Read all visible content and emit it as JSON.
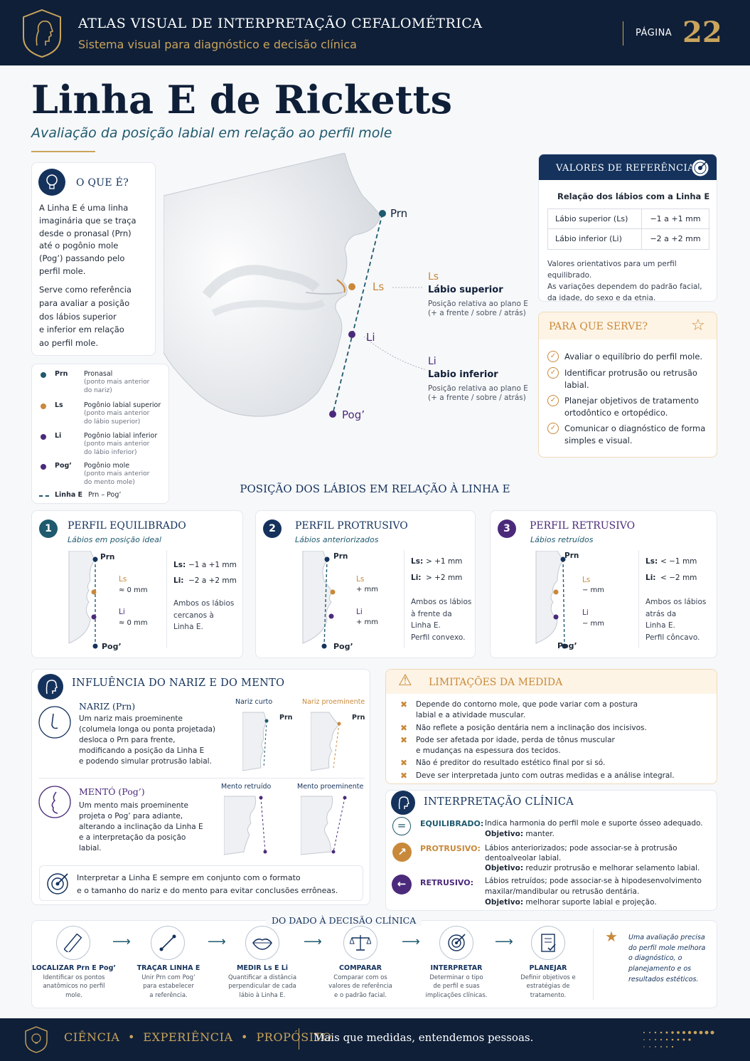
{
  "header": {
    "title": "ATLAS VISUAL DE INTERPRETAÇÃO CEFALOMÉTRICA",
    "subtitle": "Sistema visual para diagnóstico e decisão clínica",
    "page_label": "PÁGINA",
    "page_number": "22"
  },
  "main": {
    "title": "Linha E de Ricketts",
    "subtitle": "Avaliação da posição labial em relação ao perfil mole"
  },
  "what": {
    "heading": "O QUE É?",
    "p1": [
      "A Linha E é uma linha",
      "imaginária que se traça",
      "desde o pronasal (Prn)",
      "até o pogônio mole",
      "(Pog’) passando pelo",
      "perfil mole."
    ],
    "p2": [
      "Serve como referência",
      "para avaliar a posição",
      "dos lábios superior",
      "e inferior em relação",
      "ao perfil mole."
    ]
  },
  "legend": [
    {
      "code": "Prn",
      "color": "#1f5a6e",
      "name": "Pronasal",
      "desc": [
        "(ponto mais anterior",
        "do nariz)"
      ]
    },
    {
      "code": "Ls",
      "color": "#c9893a",
      "name": "Pogônio labial superior",
      "desc": [
        "(ponto mais anterior",
        "do lábio superior)"
      ]
    },
    {
      "code": "Li",
      "color": "#4b2a7b",
      "name": "Pogônio labial inferior",
      "desc": [
        "(ponto mais anterior",
        "do lábio inferior)"
      ]
    },
    {
      "code": "Pog’",
      "color": "#4b2a7b",
      "name": "Pogônio mole",
      "desc": [
        "(ponto mais anterior",
        "do mento mole)"
      ]
    }
  ],
  "legend_line": {
    "label": "Linha E",
    "value": "Prn – Pog’"
  },
  "diagram": {
    "prn": "Prn",
    "ls": "Ls",
    "li": "Li",
    "pog": "Pog’",
    "ls_callout": {
      "code": "Ls",
      "title": "Lábio superior",
      "desc1": "Posição relativa ao plano E",
      "desc2": "(+ a frente / sobre / atrás)"
    },
    "li_callout": {
      "code": "Li",
      "title": "Labio inferior",
      "desc1": "Posição relativa ao plano E",
      "desc2": "(+ a frente / sobre / atrás)"
    }
  },
  "reference": {
    "heading": "VALORES DE REFERÊNCIA",
    "subheading": "Relação dos lábios com a Linha E",
    "rows": [
      {
        "label": "Lábio superior (Ls)",
        "value": "−1 a +1 mm"
      },
      {
        "label": "Lábio inferior (Li)",
        "value": "−2 a +2 mm"
      }
    ],
    "note": [
      "Valores orientativos para um perfil equilibrado.",
      "As variações dependem do padrão facial,",
      "da idade, do sexo e da etnia."
    ]
  },
  "uses": {
    "heading": "PARA QUE SERVE?",
    "items": [
      [
        "Avaliar o equilíbrio do perfil mole."
      ],
      [
        "Identificar protrusão ou retrusão",
        "labial."
      ],
      [
        "Planejar objetivos de tratamento",
        "ortodôntico e ortopédico."
      ],
      [
        "Comunicar o diagnóstico de forma",
        "simples e visual."
      ]
    ]
  },
  "positions": {
    "heading": "POSIÇÃO DOS LÁBIOS EM RELAÇÃO À LINHA E",
    "cards": [
      {
        "num": "1",
        "title": "PERFIL EQUILIBRADO",
        "subtitle": "Lábios em posição ideal",
        "color": "#1f5a6e",
        "prn": "Prn",
        "ls": "Ls",
        "ls_val": "≈ 0 mm",
        "li": "Li",
        "li_val": "≈ 0 mm",
        "pog": "Pog’",
        "ls_range_label": "Ls:",
        "ls_range": "−1 a +1 mm",
        "li_range_label": "Li:",
        "li_range": "−2 a +2 mm",
        "desc": [
          "Ambos os lábios",
          "cercanos à",
          "Linha E."
        ]
      },
      {
        "num": "2",
        "title": "PERFIL PROTRUSIVO",
        "subtitle": "Lábios anteriorizados",
        "color": "#14325c",
        "prn": "Prn",
        "ls": "Ls",
        "ls_val": "+ mm",
        "li": "Li",
        "li_val": "+ mm",
        "pog": "Pog’",
        "ls_range_label": "Ls:",
        "ls_range": "> +1 mm",
        "li_range_label": "Li:",
        "li_range": "> +2 mm",
        "desc": [
          "Ambos os lábios",
          "à frente da",
          "Linha E.",
          "Perfil convexo."
        ]
      },
      {
        "num": "3",
        "title": "PERFIL RETRUSIVO",
        "subtitle": "Lábios retruídos",
        "color": "#4b2a7b",
        "prn": "Prn",
        "ls": "Ls",
        "ls_val": "− mm",
        "li": "Li",
        "li_val": "− mm",
        "pog": "Pog’",
        "ls_range_label": "Ls:",
        "ls_range": "< −1 mm",
        "li_range_label": "Li:",
        "li_range": "< −2 mm",
        "desc": [
          "Ambos os lábios",
          "atrás da",
          "Linha E.",
          "Perfil côncavo."
        ]
      }
    ]
  },
  "influence": {
    "heading": "INFLUÊNCIA DO NARIZ E DO MENTO",
    "nose": {
      "title": "NARIZ (Prn)",
      "text": [
        "Um nariz mais proeminente",
        "(columela longa ou ponta projetada)",
        "desloca o Prn para frente,",
        "modificando a posição da Linha E",
        "e podendo simular protrusão labial."
      ],
      "label_a": "Nariz curto",
      "label_b": "Nariz proeminente",
      "prn": "Prn"
    },
    "chin": {
      "title": "MENTÓ (Pog’)",
      "text": [
        "Um mento mais proeminente",
        "projeta o Pog’ para adiante,",
        "alterando a inclinação da Linha E",
        "e a interpretação da posição",
        "labial."
      ],
      "label_a": "Mento retruído",
      "label_b": "Mento proeminente"
    },
    "tip": [
      "Interpretar a Linha E sempre em conjunto com o formato",
      "e o tamanho do nariz e do mento para evitar conclusões errôneas."
    ]
  },
  "limits": {
    "heading": "LIMITAÇÕES DA MEDIDA",
    "items": [
      [
        "Depende do contorno mole, que pode variar com a postura",
        "labial e a atividade muscular."
      ],
      [
        "Não reflete a posição dentária nem a inclinação dos incisivos."
      ],
      [
        "Pode ser afetada por idade, perda de tônus muscular",
        "e mudanças na espessura dos tecidos."
      ],
      [
        "Não é preditor do resultado estético final por si só."
      ],
      [
        "Deve ser interpretada junto com outras medidas e a análise integral."
      ]
    ]
  },
  "clinical": {
    "heading": "INTERPRETAÇÃO CLÍNICA",
    "objective_label": "Objetivo:",
    "rows": [
      {
        "label": "EQUILIBRADO:",
        "color": "#1f5a6e",
        "icon": "=",
        "lines": [
          "Indica harmonia do perfil mole e suporte ósseo adequado."
        ],
        "objective": "manter."
      },
      {
        "label": "PROTRUSIVO:",
        "color": "#c9893a",
        "icon": "↗",
        "lines": [
          "Lábios anteriorizados; pode associar-se à protrusão",
          "dentoalveolar labial."
        ],
        "objective": "reduzir protrusão e melhorar selamento labial."
      },
      {
        "label": "RETRUSIVO:",
        "color": "#4b2a7b",
        "icon": "←",
        "lines": [
          "Lábios retruídos; pode associar-se à hipodesenvolvimento",
          "maxilar/mandibular ou retrusão dentária."
        ],
        "objective": "melhorar suporte labial e projeção."
      }
    ]
  },
  "flow": {
    "heading": "DO DADO À DECISÃO CLÍNICA",
    "steps": [
      {
        "title": "LOCALIZAR Prn E Pog’",
        "icon": "ruler-icon",
        "desc": [
          "Identificar os pontos",
          "anatômicos no perfil",
          "mole."
        ]
      },
      {
        "title": "TRAÇAR LINHA E",
        "icon": "line-icon",
        "desc": [
          "Unir Prn com Pog’",
          "para estabelecer",
          "a referência."
        ]
      },
      {
        "title": "MEDIR Ls E Li",
        "icon": "lips-icon",
        "desc": [
          "Quantificar a distância",
          "perpendicular de cada",
          "lábio à Linha E."
        ]
      },
      {
        "title": "COMPARAR",
        "icon": "scale-icon",
        "desc": [
          "Comparar com os",
          "valores de referência",
          "e o padrão facial."
        ]
      },
      {
        "title": "INTERPRETAR",
        "icon": "target-icon",
        "desc": [
          "Determinar o tipo",
          "de perfil e suas",
          "implicações clínicas."
        ]
      },
      {
        "title": "PLANEJAR",
        "icon": "checklist-icon",
        "desc": [
          "Definir objetivos e",
          "estratégias de",
          "tratamento."
        ]
      }
    ],
    "quote": [
      "Uma avaliação precisa",
      "do perfil mole melhora",
      "o diagnóstico, o",
      "planejamento e os",
      "resultados estéticos."
    ]
  },
  "footer": {
    "w1": "CIÊNCIA",
    "w2": "EXPERIÊNCIA",
    "w3": "PROPÓSITO",
    "sep": "•",
    "tagline": "Mais que medidas, entendemos pessoas."
  }
}
